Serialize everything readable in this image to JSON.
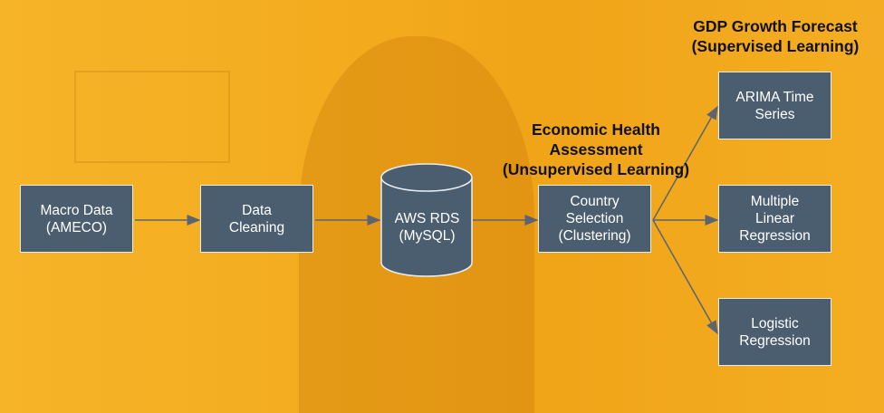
{
  "titles": {
    "supervised": [
      "GDP Growth Forecast",
      "(Supervised Learning)"
    ],
    "unsupervised": [
      "Economic Health",
      "Assessment",
      "(Unsupervised Learning)"
    ]
  },
  "nodes": {
    "macro": [
      "Macro Data",
      "(AMECO)"
    ],
    "cleaning": [
      "Data",
      "Cleaning"
    ],
    "rds": [
      "AWS RDS",
      "(MySQL)"
    ],
    "country": [
      "Country",
      "Selection",
      "(Clustering)"
    ],
    "arima": [
      "ARIMA Time",
      "Series"
    ],
    "mlr": [
      "Multiple",
      "Linear",
      "Regression"
    ],
    "logistic": [
      "Logistic",
      "Regression"
    ]
  },
  "colors": {
    "background": "#f3aa1c",
    "box": "#4b5e70",
    "arrow": "#5b6470"
  }
}
